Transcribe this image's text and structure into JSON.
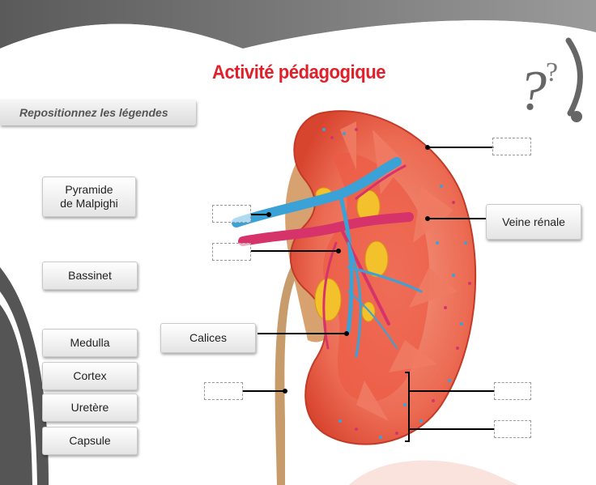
{
  "title": "Activité pédagogique",
  "instruction": "Repositionnez les légendes",
  "labels": {
    "pyramide": "Pyramide\nde Malpighi",
    "bassinet": "Bassinet",
    "medulla": "Medulla",
    "cortex": "Cortex",
    "uretere": "Uretère",
    "capsule": "Capsule",
    "calices": "Calices",
    "veine_renale": "Veine rénale"
  },
  "icons": {
    "question": "question-marks-icon",
    "diagram": "kidney-diagram"
  },
  "colors": {
    "title": "#e0202a",
    "kidney": "#e8553f",
    "cortex": "#f07b63",
    "artery": "#d7336b",
    "vein": "#3aa2d6",
    "fat": "#f3c12c",
    "ureter": "#c79b6a"
  }
}
